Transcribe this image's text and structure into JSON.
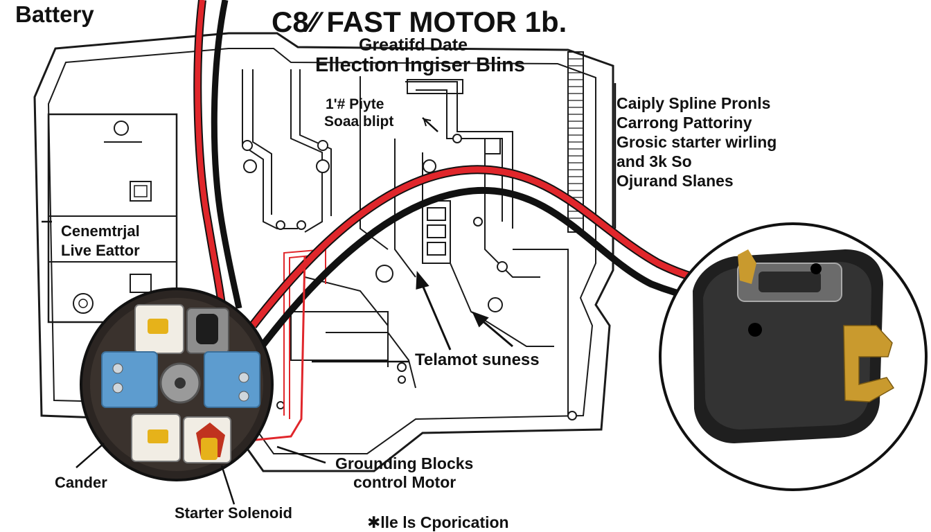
{
  "title": "C8⁄⁄ FAST MOTOR 1b.",
  "corner_label": "Battery",
  "subtitle_line1": "Greatifd Date",
  "subtitle_line2": "Ellection Ingiser Blins",
  "inner_note_line1": "1'# Piyte",
  "inner_note_line2": "Soaa blipt",
  "left_label_line1": "Cenemtrjal",
  "left_label_line2": "Live Eattor",
  "center_label": "Telamot suness",
  "right_note": [
    "Caiply Spline Pronls",
    "Carrong Pattoriny",
    "Grosic starter wirling",
    "and 3k So",
    "Ojurand Slanes"
  ],
  "callouts": {
    "cander": "Cander",
    "grounding_line1": "Grounding Blocks",
    "grounding_line2": "control Motor",
    "starter": "Starter Solenoid"
  },
  "footer": "✱lle ls Cporication",
  "colors": {
    "red_wire": "#e0262b",
    "black_wire": "#111111",
    "line_art": "#1a1a1a",
    "terminal_blue": "#5d9ccf",
    "brass": "#c99a2e"
  }
}
